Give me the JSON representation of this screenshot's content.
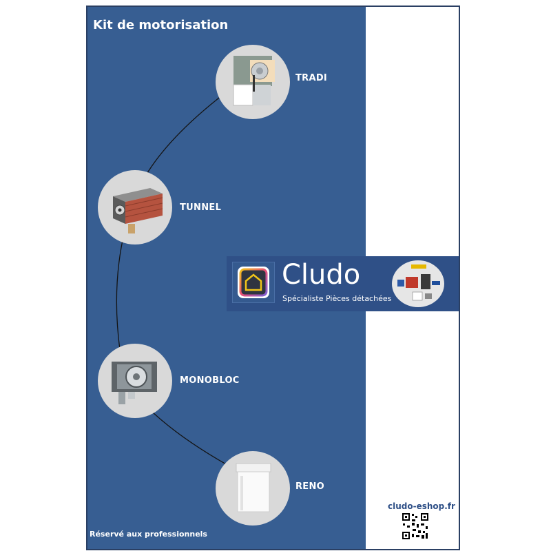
{
  "title": "Kit de motorisation",
  "nodes": [
    {
      "label": "TRADI"
    },
    {
      "label": "TUNNEL"
    },
    {
      "label": "MONOBLOC"
    },
    {
      "label": "RENO"
    }
  ],
  "footer_note": "Réservé aux professionnels",
  "banner": {
    "brand": "Cludo",
    "tagline": "Spécialiste Pièces détachées"
  },
  "website": "cludo-eshop.fr",
  "colors": {
    "panel_blue": "#375e92",
    "banner_blue": "#2f5087",
    "circle_gray": "#d9d9d9"
  }
}
